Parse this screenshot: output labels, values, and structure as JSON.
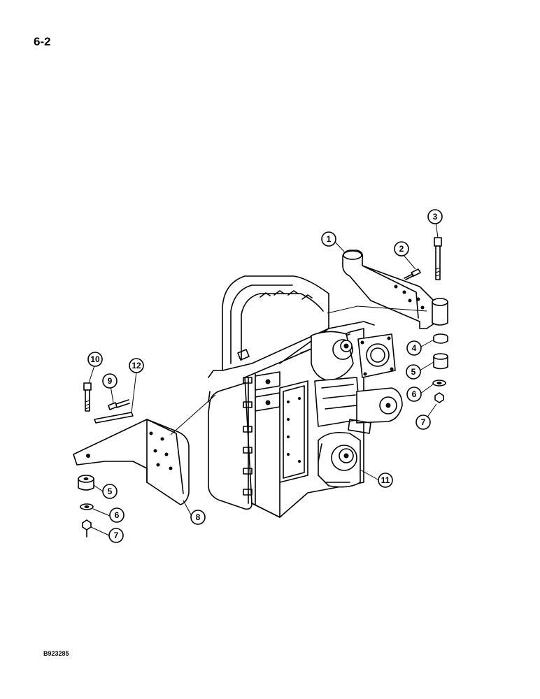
{
  "page_number": "6-2",
  "figure_code": "B923285",
  "callouts": [
    {
      "id": "c1",
      "label": "1"
    },
    {
      "id": "c2",
      "label": "2"
    },
    {
      "id": "c3",
      "label": "3"
    },
    {
      "id": "c4",
      "label": "4"
    },
    {
      "id": "c5r",
      "label": "5"
    },
    {
      "id": "c6r",
      "label": "6"
    },
    {
      "id": "c7r",
      "label": "7"
    },
    {
      "id": "c8",
      "label": "8"
    },
    {
      "id": "c9",
      "label": "9"
    },
    {
      "id": "c10",
      "label": "10"
    },
    {
      "id": "c11",
      "label": "11"
    },
    {
      "id": "c12",
      "label": "12"
    },
    {
      "id": "c5l",
      "label": "5"
    },
    {
      "id": "c6l",
      "label": "6"
    },
    {
      "id": "c7l",
      "label": "7"
    }
  ]
}
